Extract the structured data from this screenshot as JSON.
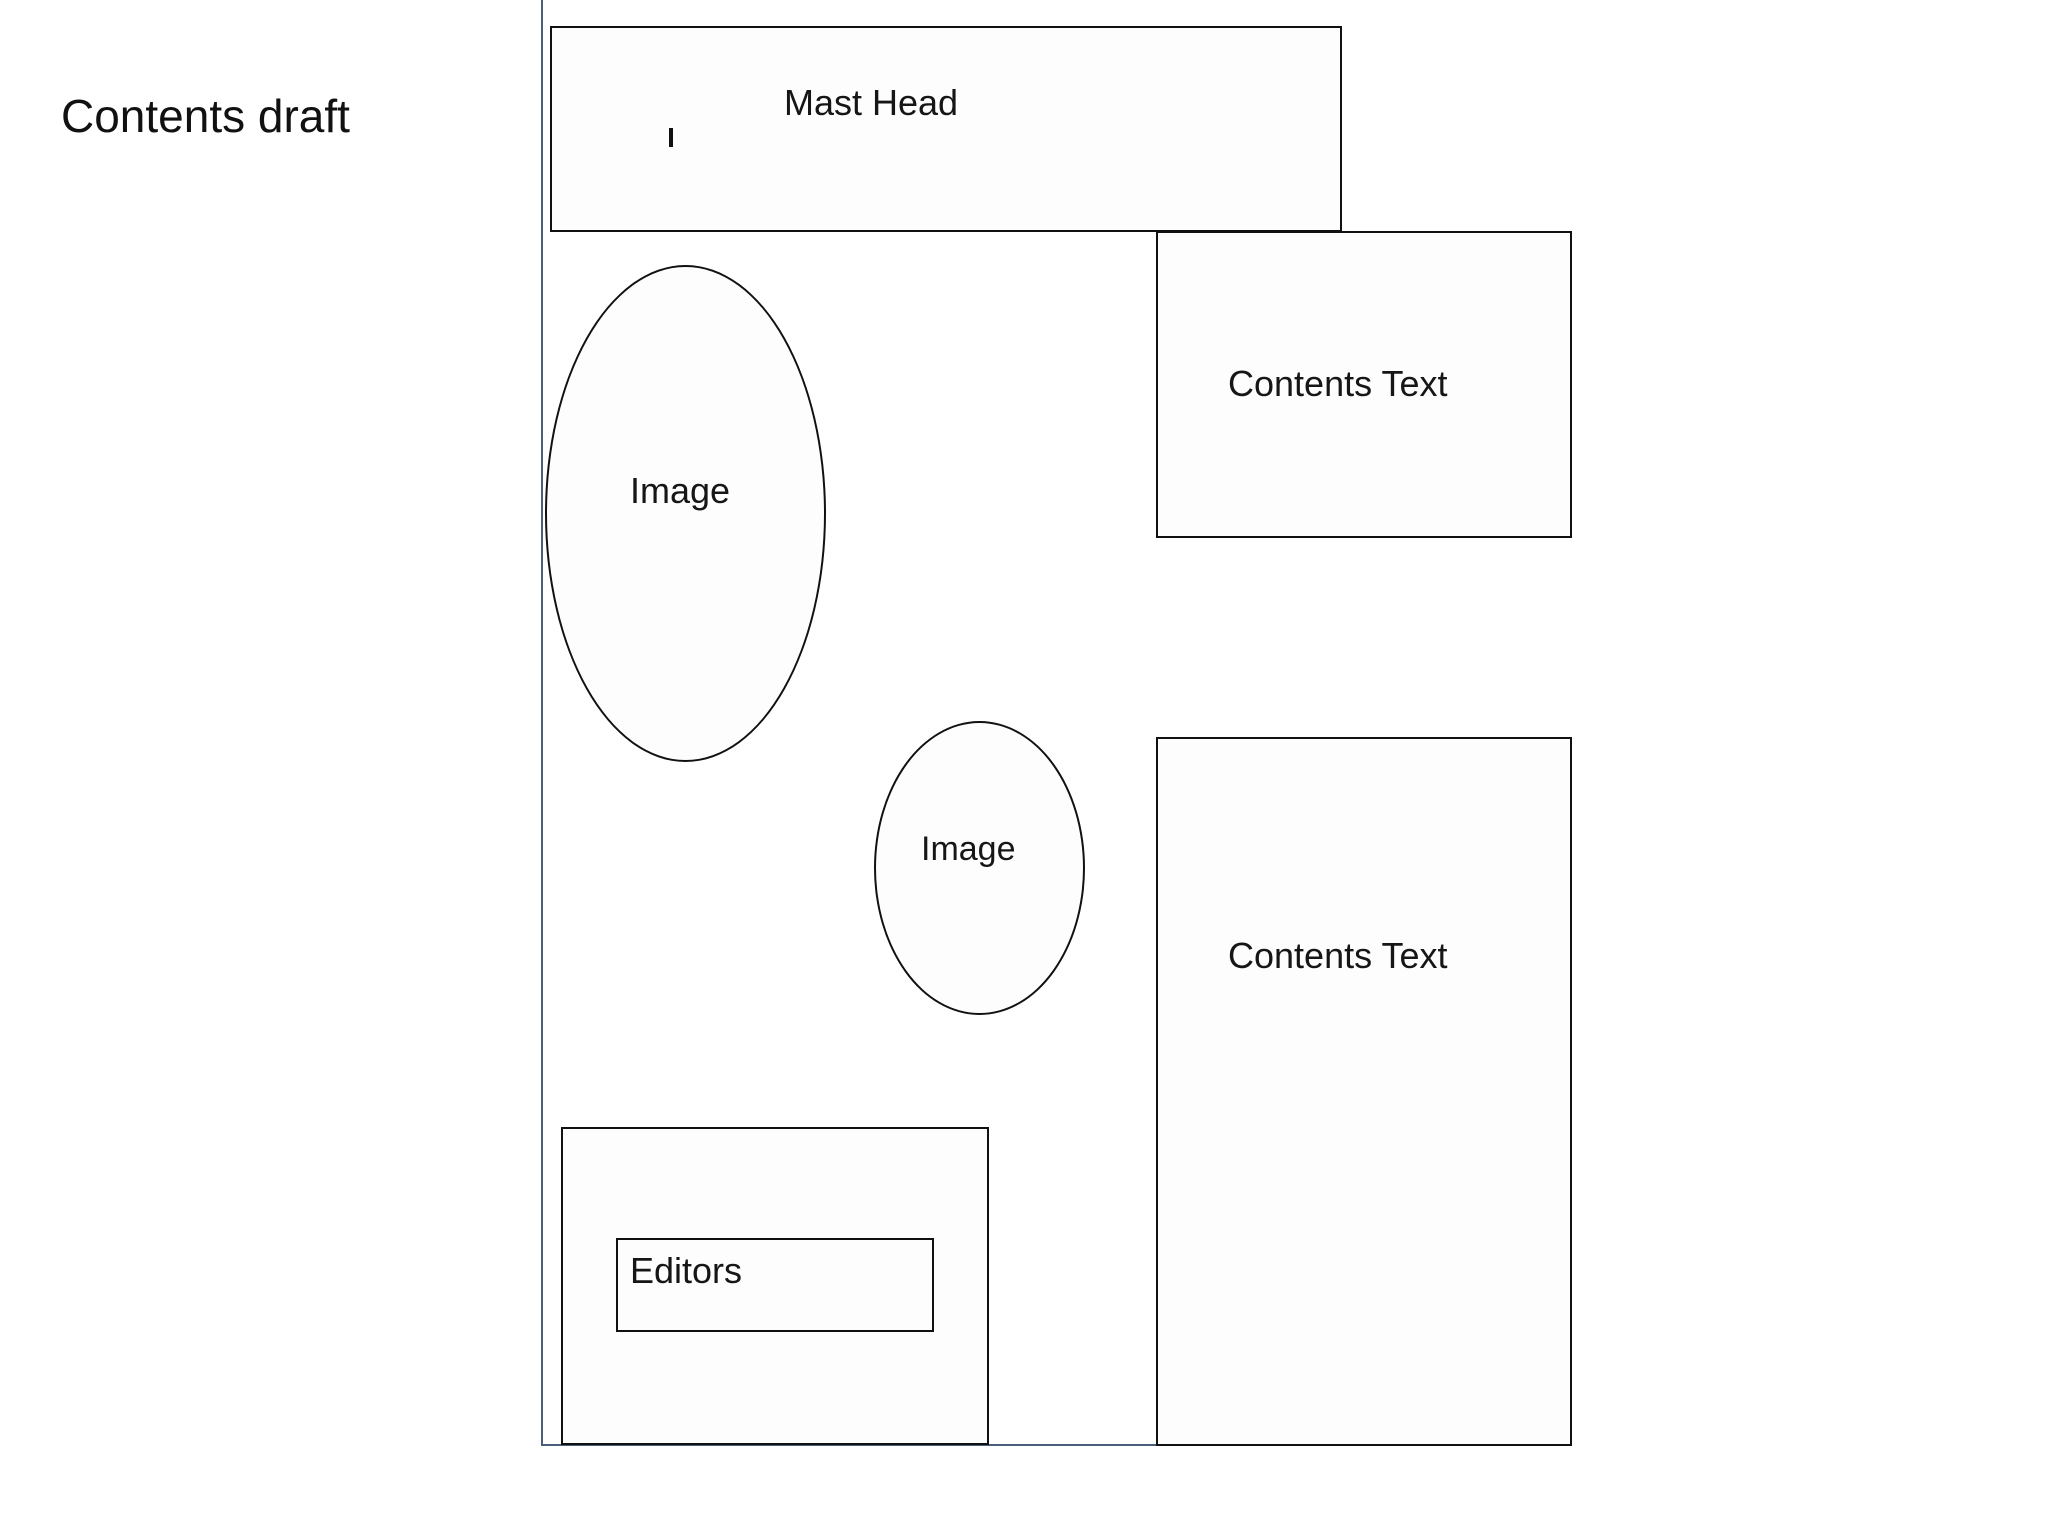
{
  "slide": {
    "title": "Contents draft"
  },
  "layout_sketch": {
    "masthead": {
      "label": "Mast Head"
    },
    "contents_text_top": {
      "label": "Contents Text"
    },
    "contents_text_bottom": {
      "label": "Contents Text"
    },
    "image_large": {
      "label": "Image"
    },
    "image_small": {
      "label": "Image"
    },
    "editors": {
      "label": "Editors"
    }
  }
}
